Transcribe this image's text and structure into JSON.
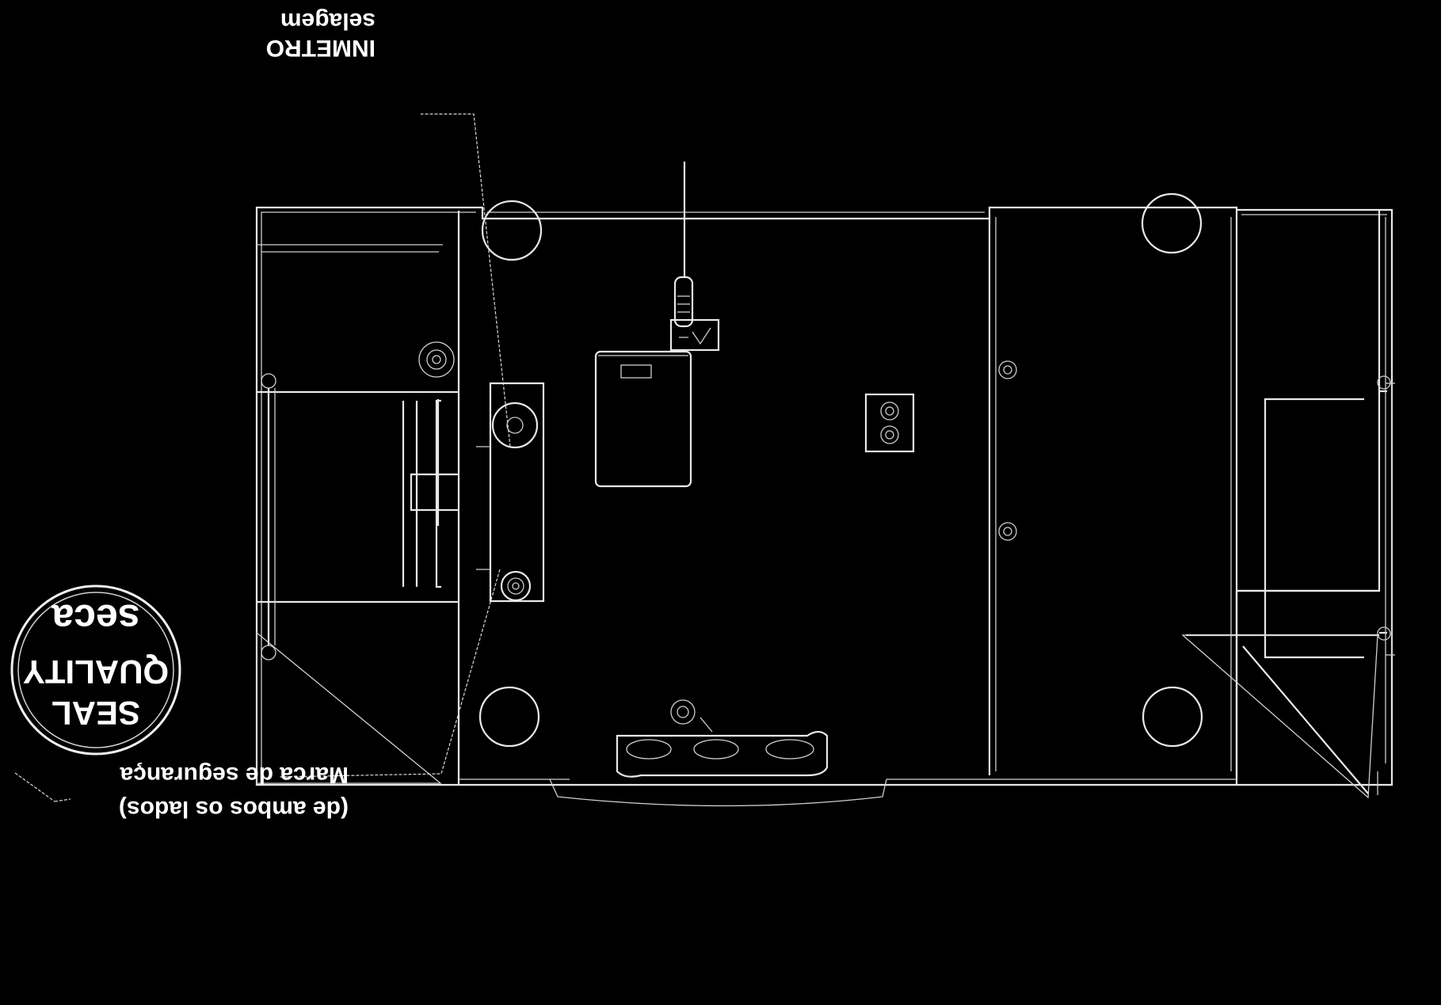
{
  "labels": {
    "inmetro_line1": "INMETRO",
    "inmetro_line2": "selagem",
    "security_line1": "Marca de segurança",
    "security_line2": "(de ambos os lados)",
    "seal_line1": "SEAL",
    "seal_line2": "QUALITY",
    "seal_line3": "seca"
  },
  "colors": {
    "background": "#000000",
    "lines": "#e8e8e8"
  },
  "orientation": "rotated 180 degrees"
}
